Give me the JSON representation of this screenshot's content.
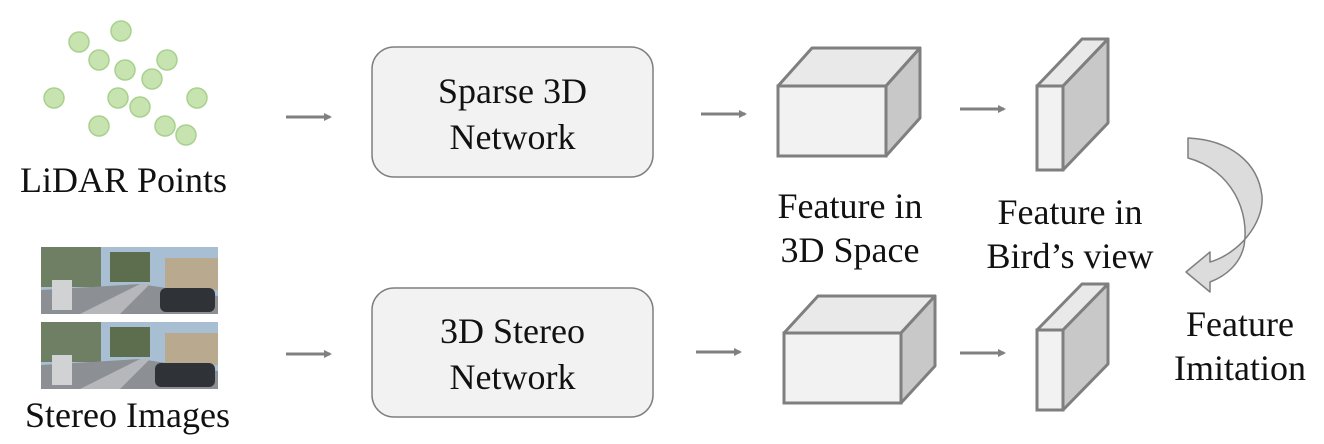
{
  "inputs": {
    "lidar_label": "LiDAR Points",
    "stereo_label": "Stereo Images"
  },
  "networks": {
    "sparse": {
      "line1": "Sparse 3D",
      "line2": "Network"
    },
    "stereo": {
      "line1": "3D Stereo",
      "line2": "Network"
    }
  },
  "features": {
    "space_3d": {
      "line1": "Feature in",
      "line2": "3D Space"
    },
    "birds_view": {
      "line1": "Feature in",
      "line2": "Bird’s view"
    },
    "imitation": {
      "line1": "Feature",
      "line2": "Imitation"
    }
  },
  "colors": {
    "point_fill": "#c6e3b0",
    "point_stroke": "#a9d18e",
    "box_fill": "#f2f2f2",
    "box_stroke": "#7f7f7f",
    "cube_front": "#f2f2f2",
    "cube_top": "#e9e9e9",
    "cube_side": "#c8c8c8",
    "arrow": "#808080"
  }
}
